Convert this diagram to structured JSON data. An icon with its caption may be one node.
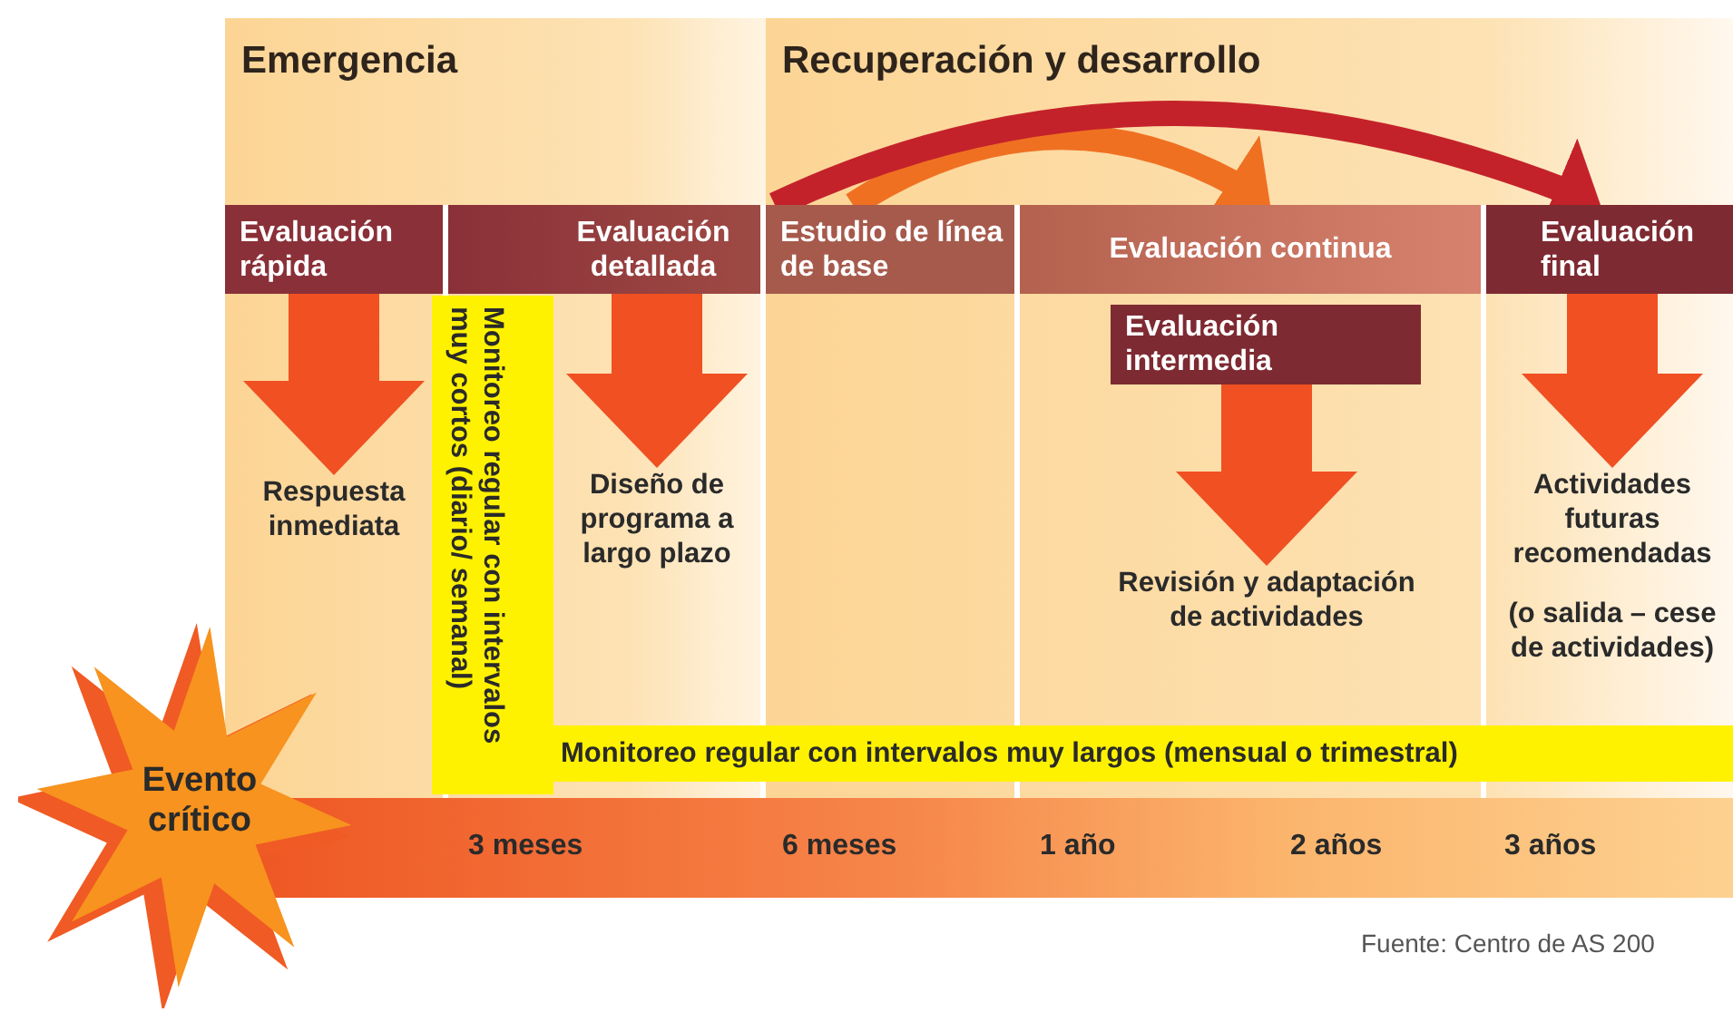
{
  "diagram": {
    "nodes": [
      {
        "text": [
          "Evaluación rápida"
        ]
      },
      {
        "text": [
          "Evaluación detallada"
        ]
      },
      {
        "text": [
          "Estudio de línea de base"
        ]
      },
      {
        "text": [
          "Evaluación continua"
        ]
      },
      {
        "text": [
          "Evaluación final"
        ]
      },
      {
        "text": [
          "Monitoreo regular con intervalos muy cortos (diario/ semanal)"
        ]
      },
      {
        "text": [
          "Evaluación intermedia"
        ]
      },
      {
        "text": [
          "Respuesta inmediata"
        ]
      },
      {
        "text": [
          "Diseño de programa a largo plazo"
        ]
      },
      {
        "text": [
          "Revisión y adaptación de actividades"
        ]
      },
      {
        "text": [
          "Actividades futuras recomendadas",
          "(o salida – cese de actividades)"
        ]
      },
      {
        "text": [
          "Monitoreo regular con intervalos muy largos (mensual o trimestral)"
        ]
      },
      {
        "text": [
          "Evento crítico"
        ]
      }
    ],
    "edges": [
      {
        "from": 0,
        "to": 7,
        "arrow": "to"
      },
      {
        "from": 1,
        "to": 8,
        "arrow": "to"
      },
      {
        "from": 6,
        "to": 9,
        "arrow": "to"
      },
      {
        "from": 4,
        "to": 10,
        "arrow": "to"
      },
      {
        "from": 2,
        "to": 3,
        "arrow": "to",
        "color": "#f07022"
      },
      {
        "from": 2,
        "to": 4,
        "arrow": "to",
        "color": "#c4222a"
      }
    ],
    "labels": [
      "Emergencia",
      "Recuperación y desarrollo",
      "3 meses",
      "6 meses",
      "1 año",
      "2 años",
      "3 años",
      "Fuente: Centro de AS 200"
    ]
  }
}
